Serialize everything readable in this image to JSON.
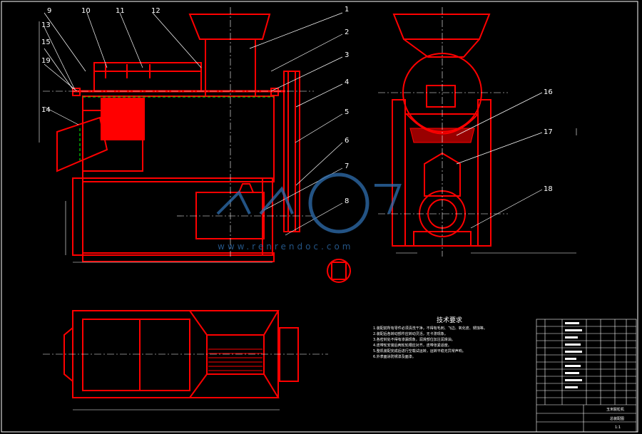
{
  "drawing": {
    "callouts": [
      {
        "id": "1",
        "label": "1"
      },
      {
        "id": "2",
        "label": "2"
      },
      {
        "id": "3",
        "label": "3"
      },
      {
        "id": "4",
        "label": "4"
      },
      {
        "id": "5",
        "label": "5"
      },
      {
        "id": "6",
        "label": "6"
      },
      {
        "id": "7",
        "label": "7"
      },
      {
        "id": "8",
        "label": "8"
      },
      {
        "id": "9",
        "label": "9"
      },
      {
        "id": "10",
        "label": "10"
      },
      {
        "id": "11",
        "label": "11"
      },
      {
        "id": "12",
        "label": "12"
      },
      {
        "id": "13",
        "label": "13"
      },
      {
        "id": "14",
        "label": "14"
      },
      {
        "id": "15",
        "label": "15"
      },
      {
        "id": "16",
        "label": "16"
      },
      {
        "id": "17",
        "label": "17"
      },
      {
        "id": "18",
        "label": "18"
      },
      {
        "id": "19",
        "label": "19"
      }
    ],
    "requirements_title": "技术要求",
    "requirements_lines": [
      "1.装配前所有零件必须清洗干净，不得有毛刺、飞边、氧化皮、锈蚀等。",
      "2.装配后各转动部件应转动灵活，无卡滞现象。",
      "3.各密封处不得有渗漏现象，润滑部位加注润滑油。",
      "4.皮带轮安装后两轮轮槽应对齐，皮带张紧适度。",
      "5.整机装配完成后进行空载试运转，运转平稳无异常声响。",
      "6.外表面涂防锈漆及面漆。"
    ],
    "title_block": {
      "part_name": "玉米脱粒机",
      "drawing_name": "总装配图",
      "sheet": "1:1"
    },
    "watermark": "www.renrendoc.com",
    "colors": {
      "background": "#000000",
      "outline": "#ff0000",
      "centerline": "#ffffff",
      "hidden": "#00ff00",
      "watermark": "#2f6fb0"
    }
  }
}
